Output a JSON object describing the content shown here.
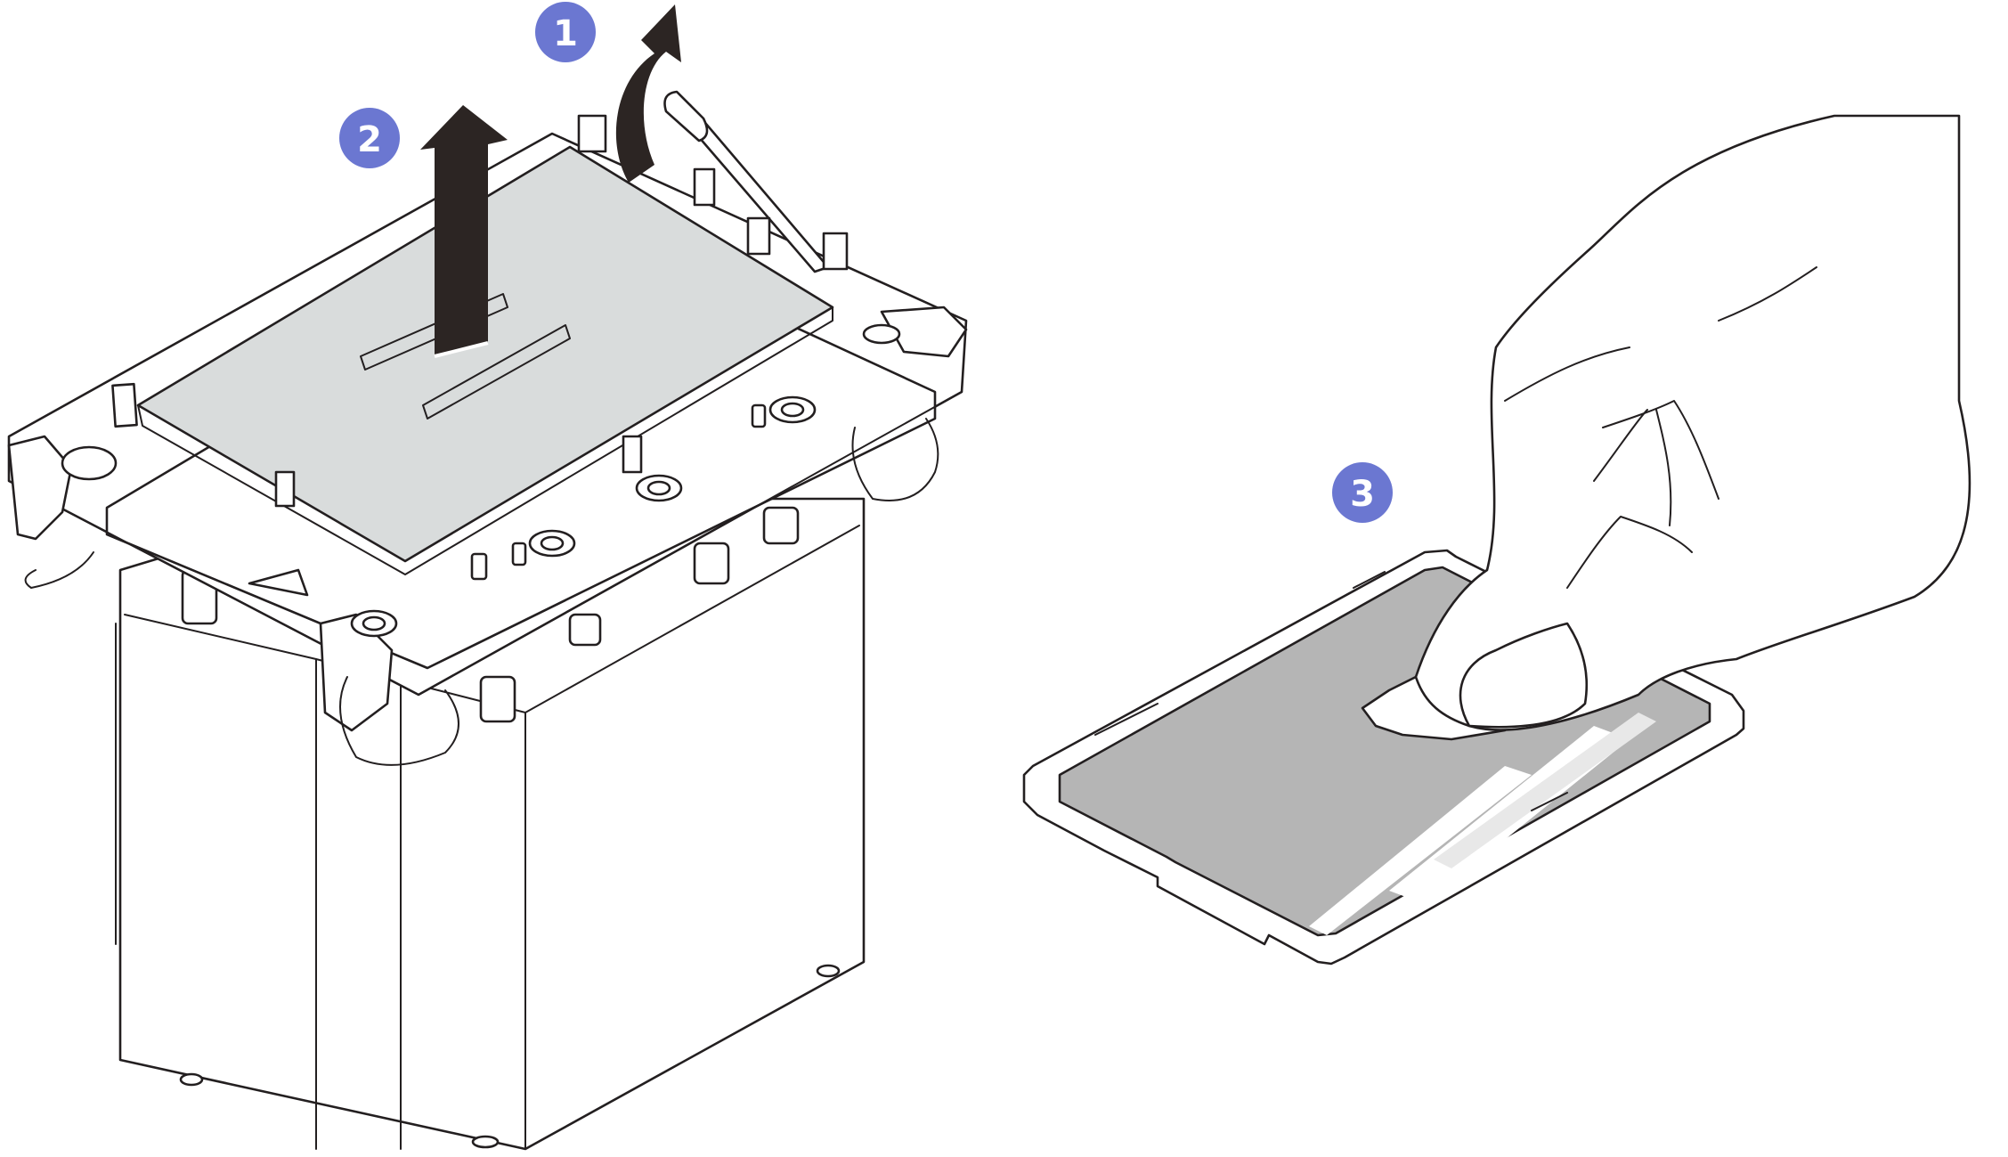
{
  "figure": {
    "steps": [
      {
        "number": "1",
        "action": "lift-handle"
      },
      {
        "number": "2",
        "action": "lift-processor"
      },
      {
        "number": "3",
        "action": "clean-processor"
      }
    ]
  },
  "colors": {
    "badge": "#6b77d1",
    "arrow": "#2c2523",
    "processor_lid": "#d9dcdc",
    "processor_surface": "#b5b5b5",
    "outline": "#231f20"
  }
}
